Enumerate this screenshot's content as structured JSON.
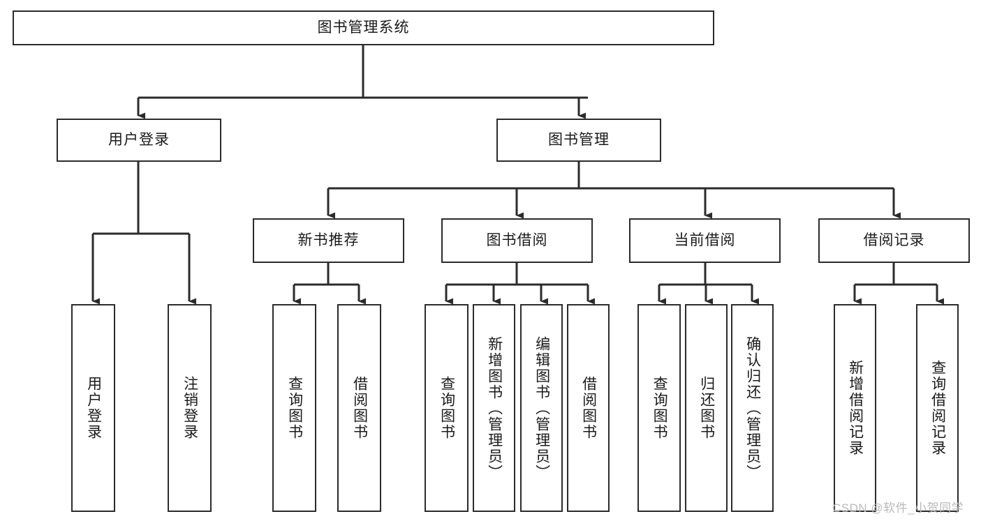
{
  "diagram": {
    "type": "tree-hierarchy",
    "title": "图书管理系统",
    "watermark": "CSDN @软件_小贺同学",
    "colors": {
      "box_border": "#2b2b2b",
      "box_fill": "#ffffff",
      "edge": "#2b2b2b",
      "text": "#1a1a1a",
      "watermark": "#b9b9b9",
      "background": "#ffffff"
    },
    "levels": {
      "root": {
        "label": "图书管理系统"
      },
      "level2": [
        {
          "label": "用户登录"
        },
        {
          "label": "图书管理"
        }
      ],
      "level3": [
        {
          "label": "新书推荐",
          "parent": "图书管理"
        },
        {
          "label": "图书借阅",
          "parent": "图书管理"
        },
        {
          "label": "当前借阅",
          "parent": "图书管理"
        },
        {
          "label": "借阅记录",
          "parent": "图书管理"
        }
      ],
      "leaves": [
        {
          "label": "用户登录",
          "parent": "用户登录"
        },
        {
          "label": "注销登录",
          "parent": "用户登录"
        },
        {
          "label": "查询图书",
          "parent": "新书推荐"
        },
        {
          "label": "借阅图书",
          "parent": "新书推荐"
        },
        {
          "label": "查询图书",
          "parent": "图书借阅"
        },
        {
          "label": "新增图书（管理员）",
          "parent": "图书借阅"
        },
        {
          "label": "编辑图书（管理员）",
          "parent": "图书借阅"
        },
        {
          "label": "借阅图书",
          "parent": "图书借阅"
        },
        {
          "label": "查询图书",
          "parent": "当前借阅"
        },
        {
          "label": "归还图书",
          "parent": "当前借阅"
        },
        {
          "label": "确认归还（管理员）",
          "parent": "当前借阅"
        },
        {
          "label": "新增借阅记录",
          "parent": "借阅记录"
        },
        {
          "label": "查询借阅记录",
          "parent": "借阅记录"
        }
      ]
    }
  }
}
